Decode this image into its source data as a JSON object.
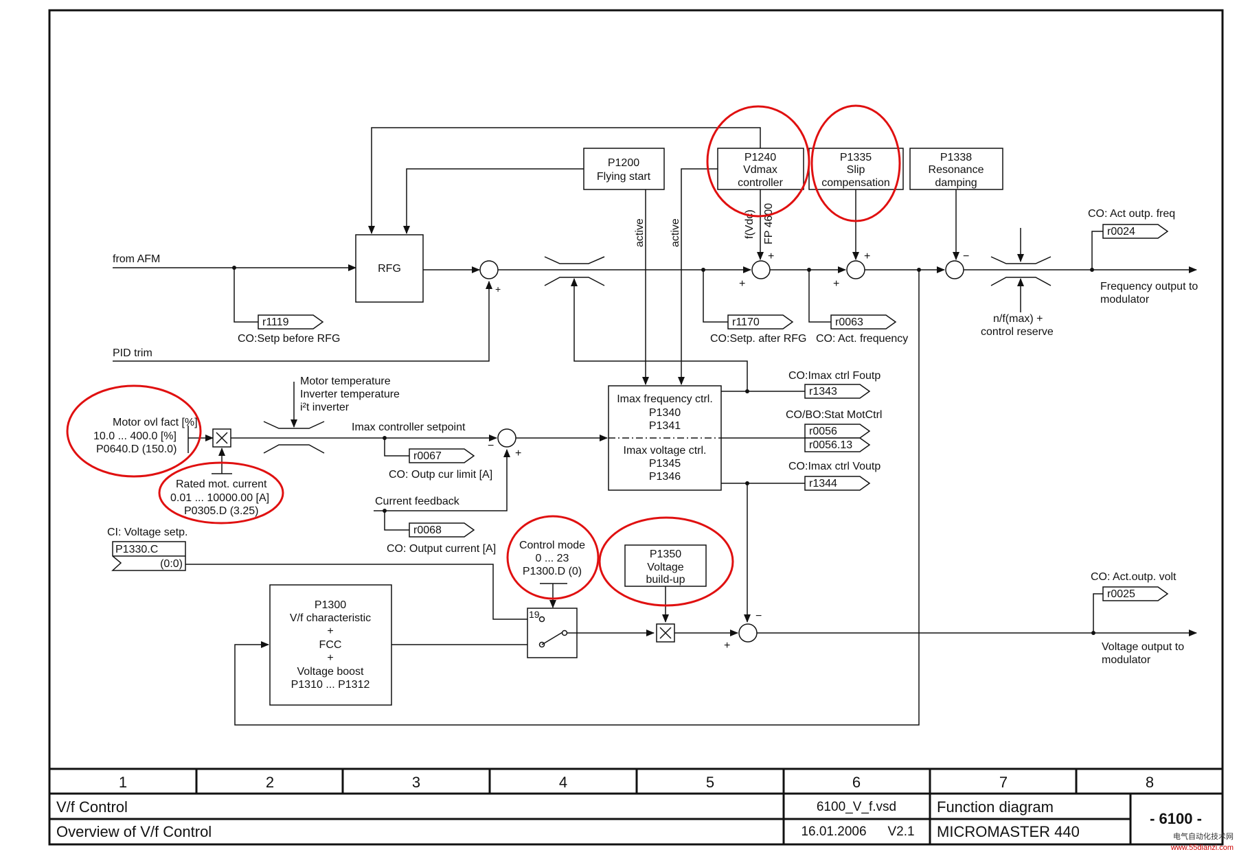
{
  "blocks": {
    "flying_start": [
      "P1200",
      "Flying start"
    ],
    "vdmax": [
      "P1240",
      "Vdmax",
      "controller"
    ],
    "slip": [
      "P1335",
      "Slip",
      "compensation"
    ],
    "resonance": [
      "P1338",
      "Resonance",
      "damping"
    ],
    "rfg": "RFG",
    "imax": [
      "Imax frequency ctrl.",
      "P1340",
      "P1341",
      "Imax voltage ctrl.",
      "P1345",
      "P1346"
    ],
    "voltage_buildup": [
      "P1350",
      "Voltage",
      "build-up"
    ],
    "vf_char": [
      "P1300",
      "V/f characteristic",
      "+",
      "FCC",
      "+",
      "Voltage boost",
      "P1310 ... P1312"
    ]
  },
  "connectors": {
    "r1119": "r1119",
    "r1170": "r1170",
    "r0063": "r0063",
    "r0024": "r0024",
    "r0067": "r0067",
    "r0068": "r0068",
    "r1343": "r1343",
    "r0056": "r0056",
    "r0056_13": "r0056.13",
    "r1344": "r1344",
    "r0025": "r0025",
    "p1330": "P1330.C",
    "p1330_val": "(0:0)"
  },
  "labels": {
    "from_afm": "from AFM",
    "pid_trim": "PID trim",
    "setp_before_rfg": "CO:Setp before RFG",
    "setp_after_rfg": "CO:Setp. after RFG",
    "act_freq": "CO: Act. frequency",
    "act_outp_freq": "CO: Act outp. freq",
    "freq_out": [
      "Frequency output to",
      "modulator"
    ],
    "nfmax": [
      "n/f(max) +",
      "control reserve"
    ],
    "active1": "active",
    "active2": "active",
    "fvdc": "f(Vdc)",
    "fp4600": "FP 4600",
    "motor_temp": [
      "Motor temperature",
      "Inverter temperature",
      "i²t inverter"
    ],
    "imax_setpoint": "Imax controller setpoint",
    "outp_cur_limit": "CO: Outp cur limit [A]",
    "current_feedback": "Current feedback",
    "output_current": "CO: Output current [A]",
    "imax_ctrl_foutp": "CO:Imax ctrl Foutp",
    "stat_motctrl": "CO/BO:Stat MotCtrl",
    "imax_ctrl_voutp": "CO:Imax ctrl Voutp",
    "voltage_setp": "CI: Voltage setp.",
    "control_mode": [
      "Control mode",
      "0 ... 23",
      "P1300.D (0)"
    ],
    "switch_num": "19",
    "act_outp_volt": "CO: Act.outp. volt",
    "volt_out": [
      "Voltage output to",
      "modulator"
    ],
    "motor_ovl": [
      "Motor ovl fact [%]",
      "10.0 ... 400.0  [%]",
      "P0640.D (150.0)"
    ],
    "rated_current": [
      "Rated mot. current",
      "0.01 ... 10000.00  [A]",
      "P0305.D (3.25)"
    ]
  },
  "title_block": {
    "columns": [
      "1",
      "2",
      "3",
      "4",
      "5",
      "6",
      "7",
      "8"
    ],
    "title": "V/f Control",
    "subtitle": "Overview of V/f Control",
    "file": "6100_V_f.vsd",
    "date": "16.01.2006",
    "version": "V2.1",
    "doc_type": "Function diagram",
    "product": "MICROMASTER 440",
    "page": "- 6100 -"
  },
  "watermark": [
    "电气自动化技术网",
    "www.55dianzi.com"
  ],
  "colors": {
    "annotation": "#e01010",
    "line": "#111111"
  }
}
